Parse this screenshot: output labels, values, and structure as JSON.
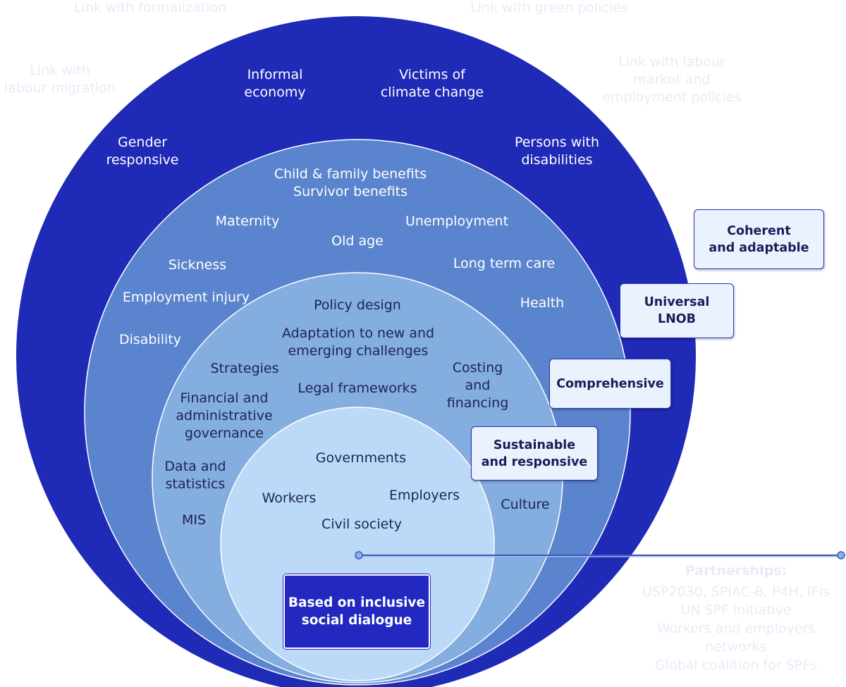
{
  "colors": {
    "outer_ring": "#1f2ab7",
    "ring_2": "#5a84cd",
    "ring_3": "#84ade0",
    "core_circle": "#bcdaf7",
    "tag_fill": "#eaf3fd",
    "core_box": "#2228c0"
  },
  "outer_faint": {
    "formalization": "Link with formalization",
    "green": "Link with green policies",
    "migration": [
      "Link with",
      "labour migration"
    ],
    "labour_market": [
      "Link with labour",
      "market and",
      "employment policies"
    ]
  },
  "outer_ring": {
    "informal": [
      "Informal",
      "economy"
    ],
    "climate": [
      "Victims of",
      "climate change"
    ],
    "gender": [
      "Gender",
      "responsive"
    ],
    "disabilities": [
      "Persons with",
      "disabilities"
    ]
  },
  "ring_2": {
    "child_family": [
      "Child & family benefits",
      "Survivor benefits"
    ],
    "maternity": "Maternity",
    "old_age": "Old age",
    "unemployment": "Unemployment",
    "sickness": "Sickness",
    "long_term_care": "Long term care",
    "employment_injury": "Employment injury",
    "health": "Health",
    "disability": "Disability"
  },
  "ring_3": {
    "policy_design": "Policy design",
    "adaptation": [
      "Adaptation to new and",
      "emerging challenges"
    ],
    "strategies": "Strategies",
    "costing": [
      "Costing",
      "and",
      "financing"
    ],
    "legal": "Legal frameworks",
    "governance": [
      "Financial and",
      "administrative",
      "governance"
    ],
    "data": [
      "Data and",
      "statistics"
    ],
    "mis": "MIS",
    "culture": "Culture"
  },
  "core": {
    "governments": "Governments",
    "workers": "Workers",
    "employers": "Employers",
    "civil_society": "Civil society",
    "box": [
      "Based on inclusive",
      "social dialogue"
    ]
  },
  "tags": {
    "coherent": [
      "Coherent",
      "and adaptable"
    ],
    "universal": [
      "Universal",
      "LNOB"
    ],
    "comprehensive": "Comprehensive",
    "sustainable": [
      "Sustainable",
      "and responsive"
    ]
  },
  "partnerships": {
    "title": "Partnerships:",
    "lines": [
      "USP2030, SPIAC-B, P4H, IFIs",
      "UN SPF initiative",
      "Workers and employers",
      "networks",
      "Global coalition for SPFs"
    ]
  }
}
